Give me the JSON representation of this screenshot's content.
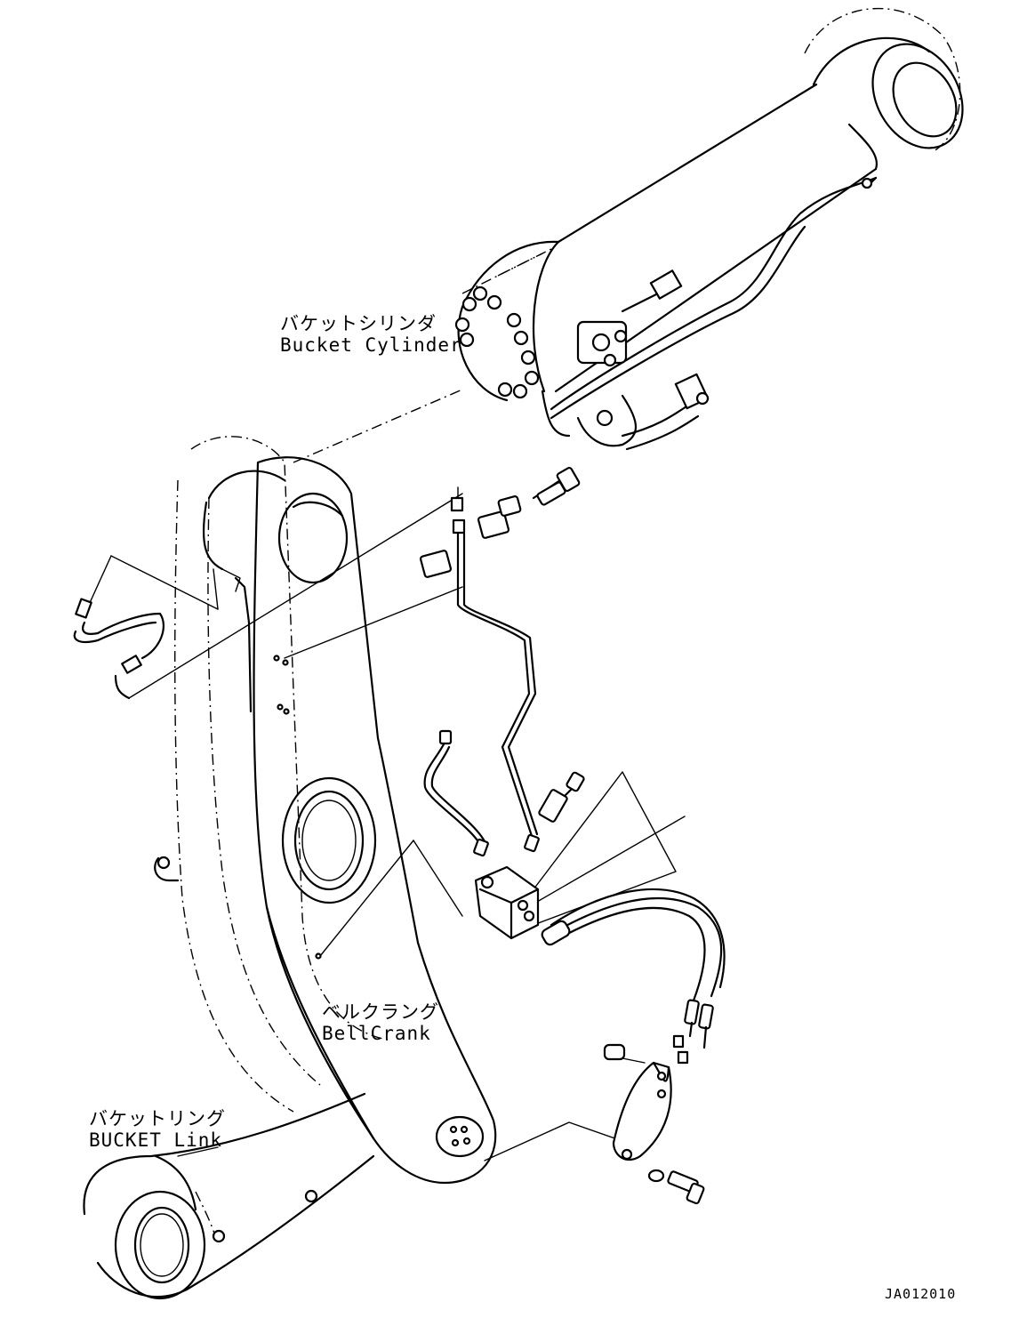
{
  "labels": {
    "bucket_cylinder_jp": "バケットシリンダ",
    "bucket_cylinder_en": "Bucket Cylinder",
    "bellcrank_jp": "ベルクラング",
    "bellcrank_en": "BellCrank",
    "bucket_link_jp": "バケットリング",
    "bucket_link_en": "BUCKET Link"
  },
  "drawing_code": "JA012010"
}
